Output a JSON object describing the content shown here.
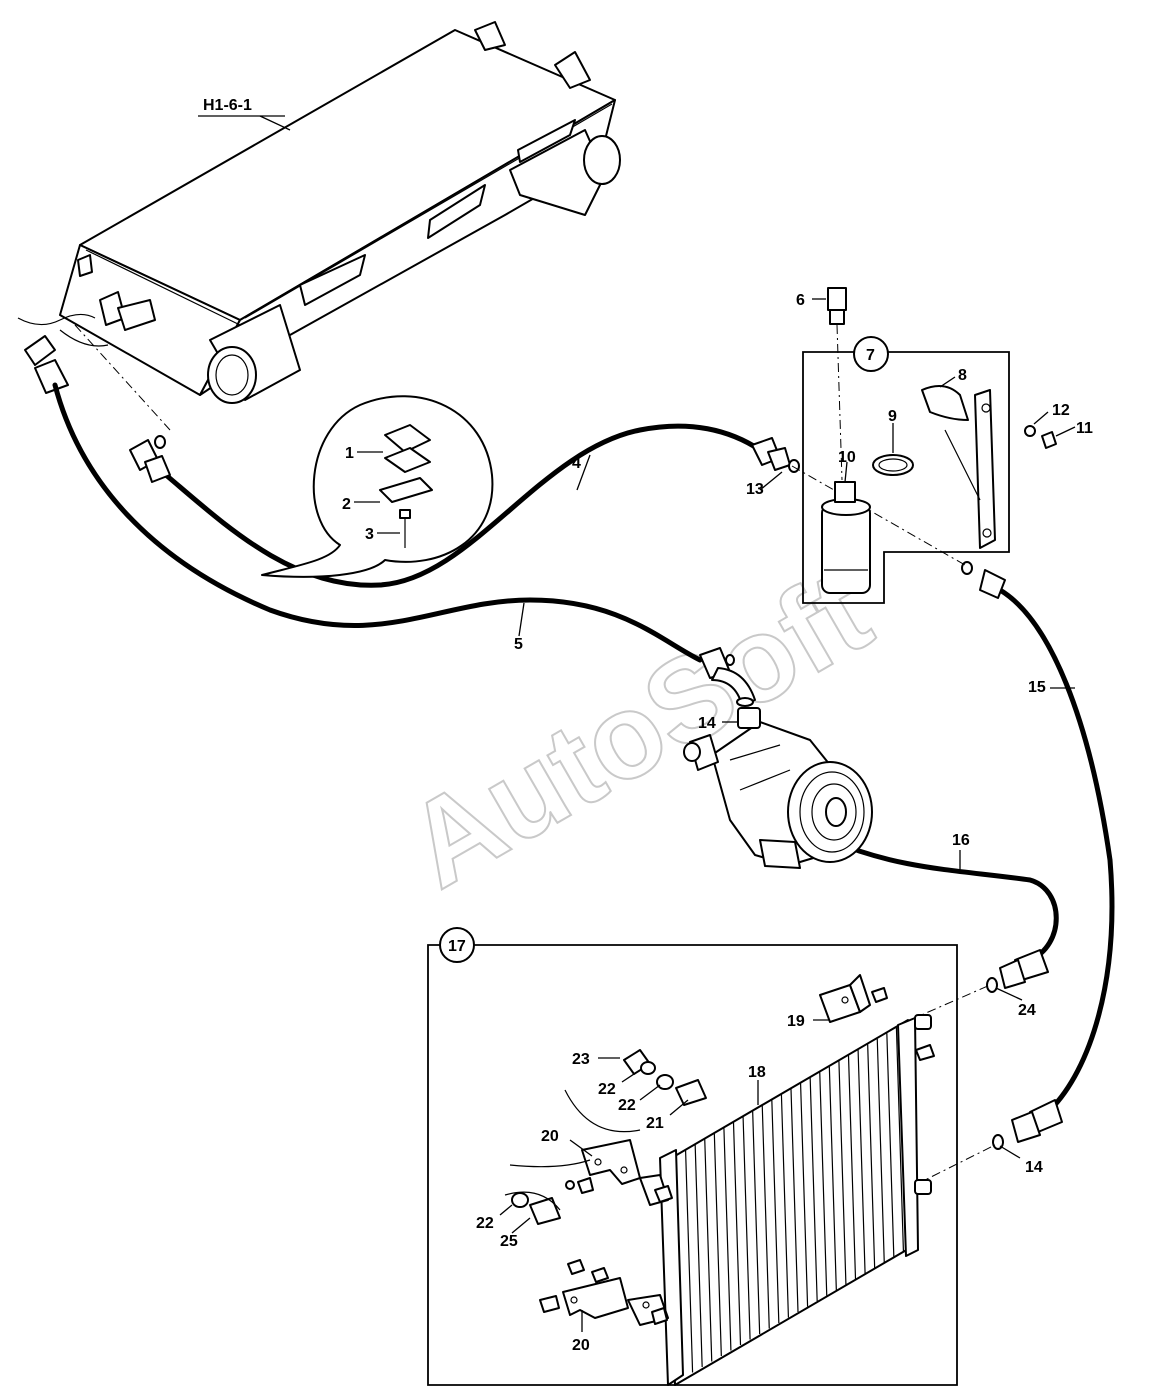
{
  "watermark": "AutoSoft",
  "reference_label": "H1-6-1",
  "callouts": {
    "c1": "1",
    "c2": "2",
    "c3": "3",
    "c4": "4",
    "c5": "5",
    "c6": "6",
    "c7": "7",
    "c8": "8",
    "c9": "9",
    "c10": "10",
    "c11": "11",
    "c12": "12",
    "c13": "13",
    "c14a": "14",
    "c14b": "14",
    "c15": "15",
    "c16": "16",
    "c17": "17",
    "c18": "18",
    "c19": "19",
    "c20a": "20",
    "c20b": "20",
    "c21": "21",
    "c22a": "22",
    "c22b": "22",
    "c22c": "22",
    "c23": "23",
    "c24": "24",
    "c25": "25"
  }
}
